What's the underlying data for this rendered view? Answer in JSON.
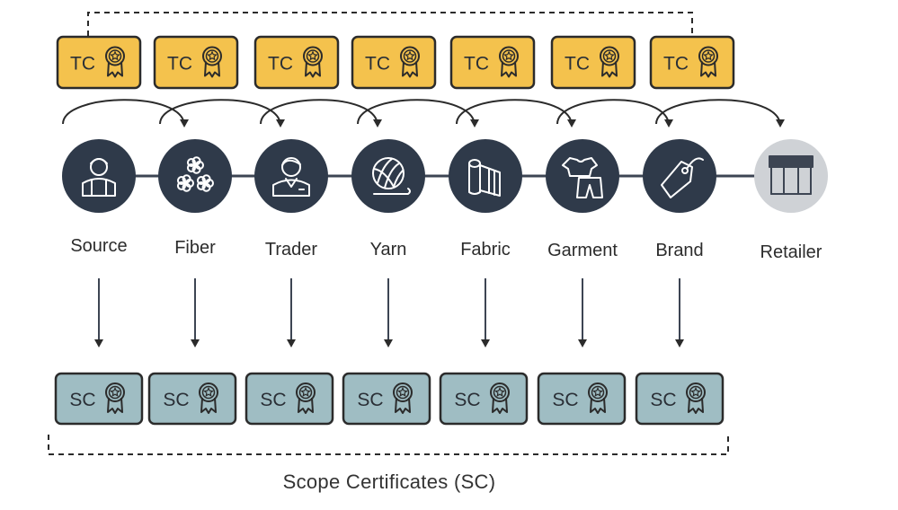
{
  "colors": {
    "node": "#2f3a4a",
    "retailer": "#cfd2d6",
    "line": "#3d4553",
    "tc_fill": "#f4c24d",
    "sc_fill": "#9fbdc3",
    "cert_stroke": "#2b2b2b"
  },
  "stages": [
    {
      "label": "Source",
      "icon": "person-icon"
    },
    {
      "label": "Fiber",
      "icon": "cotton-icon"
    },
    {
      "label": "Trader",
      "icon": "trader-icon"
    },
    {
      "label": "Yarn",
      "icon": "yarn-ball-icon"
    },
    {
      "label": "Fabric",
      "icon": "fabric-roll-icon"
    },
    {
      "label": "Garment",
      "icon": "garment-icon"
    },
    {
      "label": "Brand",
      "icon": "tag-icon"
    },
    {
      "label": "Retailer",
      "icon": "store-icon"
    }
  ],
  "tc_label": "TC",
  "sc_label": "SC",
  "certificate_icon": "award-ribbon-icon",
  "footer": "Scope Certificates (SC)"
}
